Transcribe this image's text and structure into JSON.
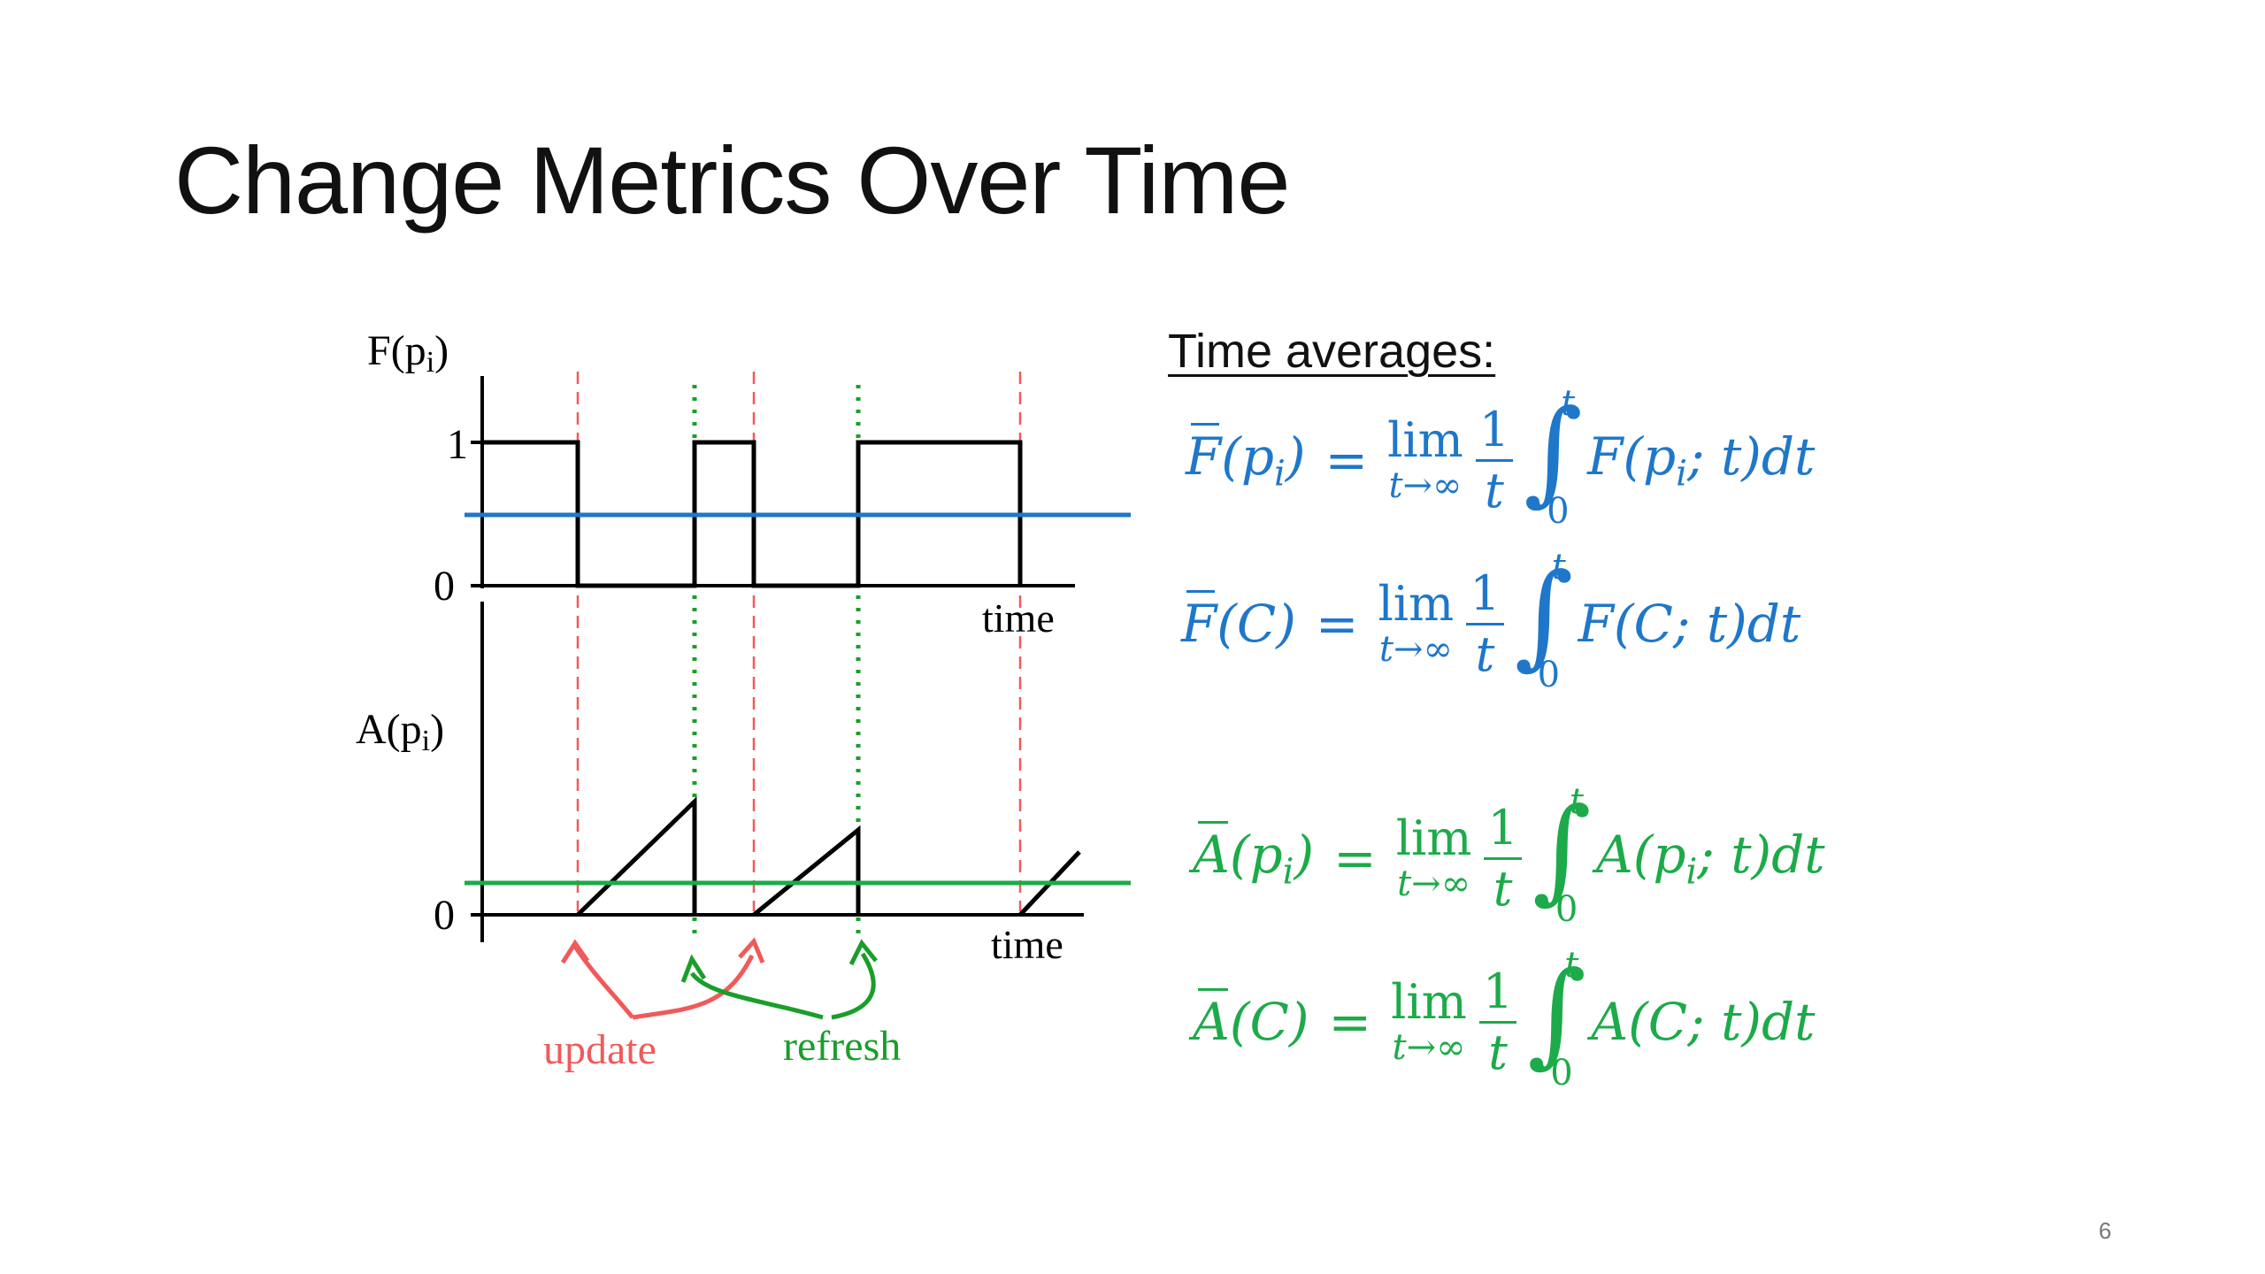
{
  "slide": {
    "title": "Change Metrics Over Time",
    "page_number": "6"
  },
  "diagram": {
    "top_axis_label": "F(p",
    "top_axis_label_sub": "i",
    "top_axis_label_close": ")",
    "top_tick_1": "1",
    "top_tick_0": "0",
    "top_time_label": "time",
    "bottom_axis_label": "A(p",
    "bottom_axis_label_sub": "i",
    "bottom_axis_label_close": ")",
    "bottom_tick_0": "0",
    "bottom_time_label": "time",
    "update_label": "update",
    "refresh_label": "refresh",
    "colors": {
      "update": "#f05a5a",
      "refresh": "#1a9e2a",
      "freshness_avg": "#1f77c9",
      "age_avg": "#1daa4a",
      "curve": "#000000"
    }
  },
  "formulas": {
    "heading": "Time averages:",
    "items": [
      {
        "lhs_letter": "F",
        "lhs_arg": "(p",
        "lhs_sub": "i",
        "lhs_close": ")",
        "integrand": "F(p",
        "integrand_sub": "i",
        "integrand_rest": "; t)dt",
        "color": "blue"
      },
      {
        "lhs_letter": "F",
        "lhs_arg": "(C)",
        "lhs_sub": "",
        "lhs_close": "",
        "integrand": "F(C; t)dt",
        "integrand_sub": "",
        "integrand_rest": "",
        "color": "blue"
      },
      {
        "lhs_letter": "A",
        "lhs_arg": "(p",
        "lhs_sub": "i",
        "lhs_close": ")",
        "integrand": "A(p",
        "integrand_sub": "i",
        "integrand_rest": "; t)dt",
        "color": "green"
      },
      {
        "lhs_letter": "A",
        "lhs_arg": "(C)",
        "lhs_sub": "",
        "lhs_close": "",
        "integrand": "A(C; t)dt",
        "integrand_sub": "",
        "integrand_rest": "",
        "color": "green"
      }
    ],
    "eq_sign": "=",
    "lim_word": "lim",
    "lim_sub": "t→∞",
    "frac_num": "1",
    "frac_den": "t",
    "int_upper": "t",
    "int_lower": "0"
  }
}
